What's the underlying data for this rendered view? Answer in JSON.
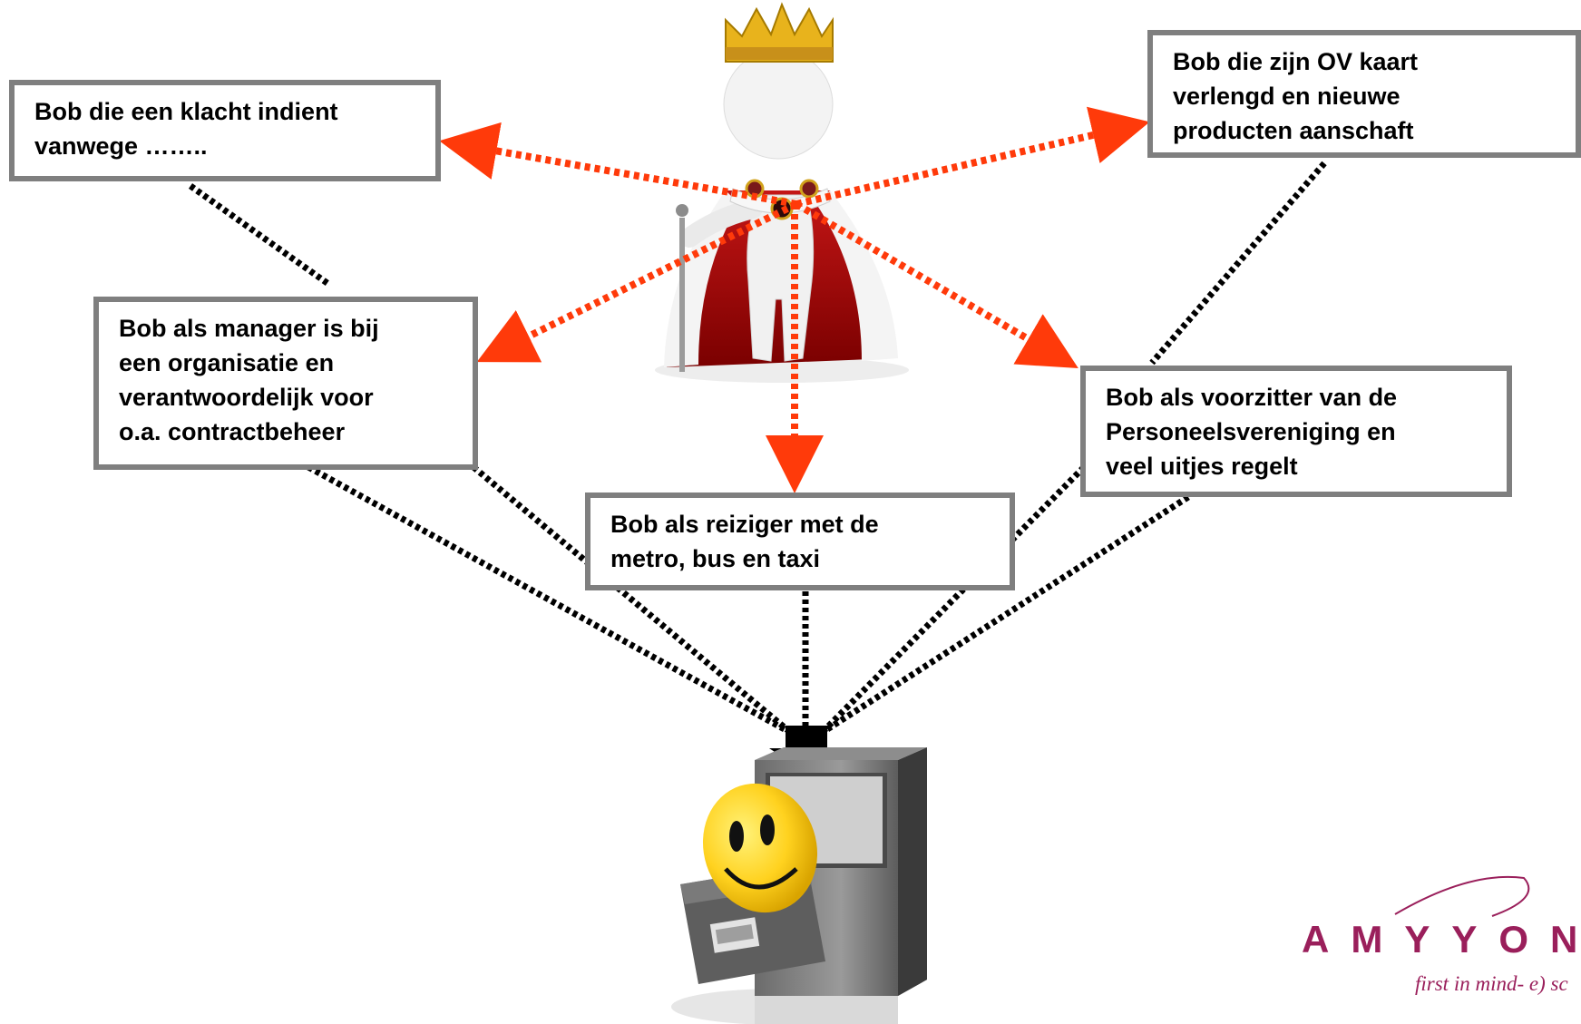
{
  "boxes": {
    "klacht": "Bob die een klacht indient\nvanwege ……..",
    "ov": "Bob die zijn OV kaart\nverlengd en nieuwe\nproducten aanschaft",
    "manager": "Bob als manager is bij\neen organisatie en\nverantwoordelijk voor\no.a. contractbeheer",
    "reiziger": "Bob als reiziger met de\nmetro, bus en taxi",
    "voorzitter": "Bob als voorzitter van de\nPersoneelsvereniging en\nveel uitjes regelt"
  },
  "logo": {
    "name": "AMYYON",
    "tagline": "first in mind- e) sc"
  },
  "colors": {
    "arrow_orange": "#ff3a0a",
    "arrow_black": "#000000",
    "box_border": "#7f7f7f",
    "logo": "#9a1f5b",
    "smiley": "#ffd21f"
  },
  "icons": [
    "king-figure-icon",
    "filing-cabinet-icon",
    "smiley-icon"
  ]
}
